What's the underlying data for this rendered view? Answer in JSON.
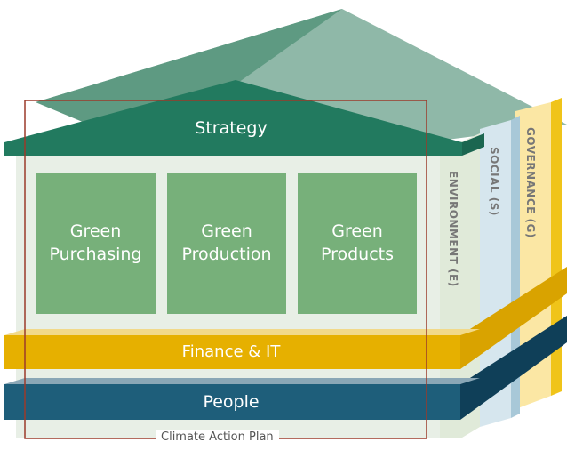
{
  "header": {
    "strategy": "Strategy"
  },
  "pillars": [
    {
      "label": "Green\nPurchasing"
    },
    {
      "label": "Green\nProduction"
    },
    {
      "label": "Green\nProducts"
    }
  ],
  "bands": {
    "finance": "Finance & IT",
    "people": "People"
  },
  "side_columns": {
    "environment": "ENVIRONMENT (E)",
    "social": "SOCIAL (S)",
    "governance": "GOVERNANCE (G)"
  },
  "frame": {
    "caption": "Climate Action Plan"
  },
  "colors": {
    "roof_dark": "#227a5f",
    "roof_light": "#8fb8a8",
    "pillar": "#77b07a",
    "finance": "#e6b000",
    "people": "#1e5e7a",
    "frame": "#9b3a2a"
  }
}
